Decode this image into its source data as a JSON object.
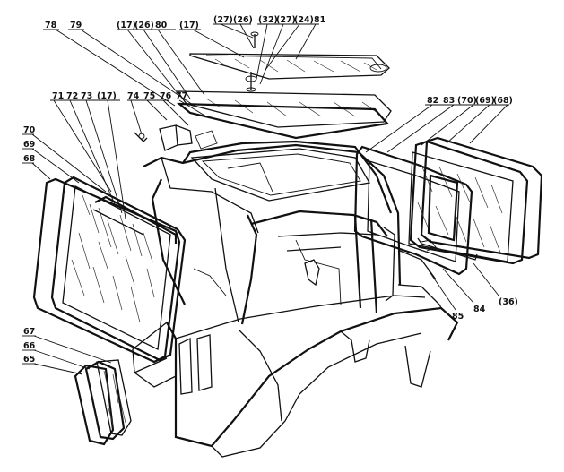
{
  "labels": {
    "l78": "78",
    "l79": "79",
    "l17a": "(17)",
    "l26a": "(26)",
    "l80": "80",
    "l17b": "(17)",
    "l27a": "(27)",
    "l26b": "(26)",
    "l32": "(32)",
    "l27b": "(27)",
    "l24": "(24)",
    "l81": "81",
    "l71": "71",
    "l72": "72",
    "l73": "73",
    "l17c": "(17)",
    "l74": "74",
    "l75": "75",
    "l76": "76",
    "l77": "77",
    "l70a": "70",
    "l69a": "69",
    "l68a": "68",
    "l82": "82",
    "l83": "83",
    "l70b": "(70)",
    "l69b": "(69)",
    "l68b": "(68)",
    "l36": "(36)",
    "l84": "84",
    "l85": "85",
    "l67": "67",
    "l66": "66",
    "l65": "65"
  }
}
